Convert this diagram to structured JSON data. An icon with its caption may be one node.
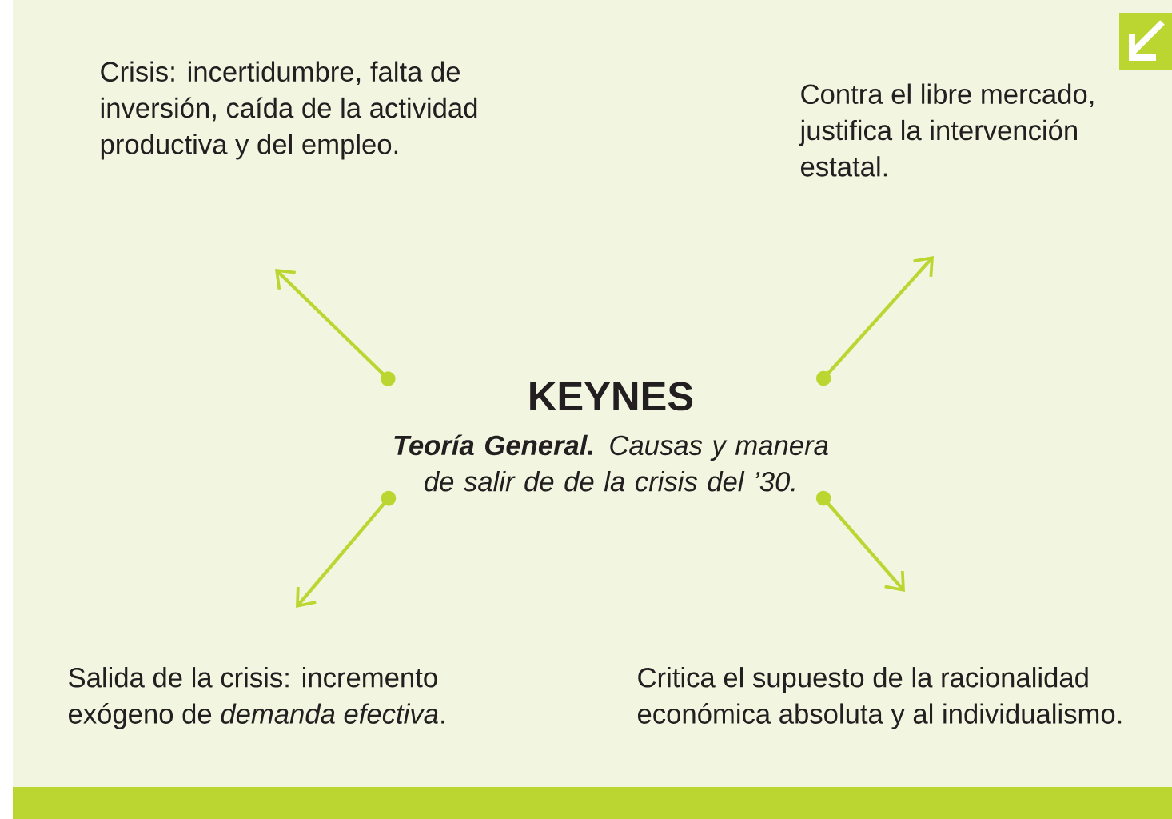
{
  "diagram": {
    "nodes": [
      {
        "text": [
          "KEYNES",
          "**Teoría General.** Causas y manera de salir de de la crisis del ’30."
        ]
      },
      {
        "text": [
          "Crisis: incertidumbre, falta de inversión, caída de la actividad productiva y del empleo."
        ]
      },
      {
        "text": [
          "Contra el libre mercado, justifica la intervención estatal."
        ]
      },
      {
        "text": [
          "Salida de la crisis: incremento exógeno de *demanda efectiva*."
        ]
      },
      {
        "text": [
          "Critica el supuesto de la racionalidad económica absoluta y al individualismo."
        ]
      }
    ],
    "edges": [
      {
        "from": 0,
        "to": 1,
        "arrow": "to"
      },
      {
        "from": 0,
        "to": 2,
        "arrow": "to"
      },
      {
        "from": 0,
        "to": 3,
        "arrow": "to"
      },
      {
        "from": 0,
        "to": 4,
        "arrow": "to"
      }
    ]
  }
}
